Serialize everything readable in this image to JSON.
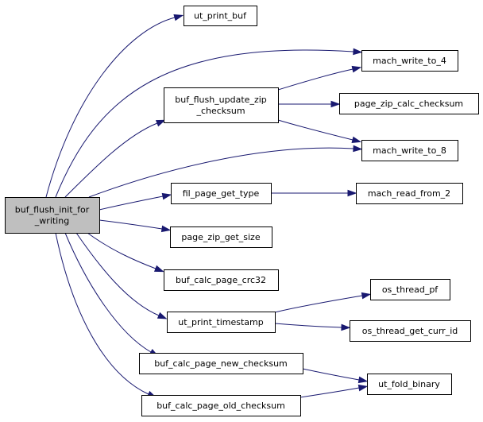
{
  "diagram": {
    "root": {
      "id": "root",
      "lines": [
        "buf_flush_init_for",
        "_writing"
      ]
    },
    "nodes": [
      {
        "id": "ut_print_buf",
        "lines": [
          "ut_print_buf"
        ]
      },
      {
        "id": "mach_write_to_4",
        "lines": [
          "mach_write_to_4"
        ]
      },
      {
        "id": "buf_flush_update_zip_checksum",
        "lines": [
          "buf_flush_update_zip",
          "_checksum"
        ]
      },
      {
        "id": "page_zip_calc_checksum",
        "lines": [
          "page_zip_calc_checksum"
        ]
      },
      {
        "id": "mach_write_to_8",
        "lines": [
          "mach_write_to_8"
        ]
      },
      {
        "id": "fil_page_get_type",
        "lines": [
          "fil_page_get_type"
        ]
      },
      {
        "id": "mach_read_from_2",
        "lines": [
          "mach_read_from_2"
        ]
      },
      {
        "id": "page_zip_get_size",
        "lines": [
          "page_zip_get_size"
        ]
      },
      {
        "id": "buf_calc_page_crc32",
        "lines": [
          "buf_calc_page_crc32"
        ]
      },
      {
        "id": "ut_print_timestamp",
        "lines": [
          "ut_print_timestamp"
        ]
      },
      {
        "id": "os_thread_pf",
        "lines": [
          "os_thread_pf"
        ]
      },
      {
        "id": "os_thread_get_curr_id",
        "lines": [
          "os_thread_get_curr_id"
        ]
      },
      {
        "id": "buf_calc_page_new_checksum",
        "lines": [
          "buf_calc_page_new_checksum"
        ]
      },
      {
        "id": "ut_fold_binary",
        "lines": [
          "ut_fold_binary"
        ]
      },
      {
        "id": "buf_calc_page_old_checksum",
        "lines": [
          "buf_calc_page_old_checksum"
        ]
      }
    ],
    "edges": [
      {
        "from": "root",
        "to": "ut_print_buf"
      },
      {
        "from": "root",
        "to": "mach_write_to_4"
      },
      {
        "from": "root",
        "to": "buf_flush_update_zip_checksum"
      },
      {
        "from": "root",
        "to": "mach_write_to_8"
      },
      {
        "from": "root",
        "to": "fil_page_get_type"
      },
      {
        "from": "root",
        "to": "page_zip_get_size"
      },
      {
        "from": "root",
        "to": "buf_calc_page_crc32"
      },
      {
        "from": "root",
        "to": "ut_print_timestamp"
      },
      {
        "from": "root",
        "to": "buf_calc_page_new_checksum"
      },
      {
        "from": "root",
        "to": "buf_calc_page_old_checksum"
      },
      {
        "from": "buf_flush_update_zip_checksum",
        "to": "mach_write_to_4"
      },
      {
        "from": "buf_flush_update_zip_checksum",
        "to": "page_zip_calc_checksum"
      },
      {
        "from": "buf_flush_update_zip_checksum",
        "to": "mach_write_to_8"
      },
      {
        "from": "fil_page_get_type",
        "to": "mach_read_from_2"
      },
      {
        "from": "ut_print_timestamp",
        "to": "os_thread_pf"
      },
      {
        "from": "ut_print_timestamp",
        "to": "os_thread_get_curr_id"
      },
      {
        "from": "buf_calc_page_new_checksum",
        "to": "ut_fold_binary"
      },
      {
        "from": "buf_calc_page_old_checksum",
        "to": "ut_fold_binary"
      }
    ],
    "colors": {
      "edge": "#191970",
      "root_fill": "#bfbfbf",
      "node_fill": "#ffffff",
      "border": "#000000"
    }
  }
}
